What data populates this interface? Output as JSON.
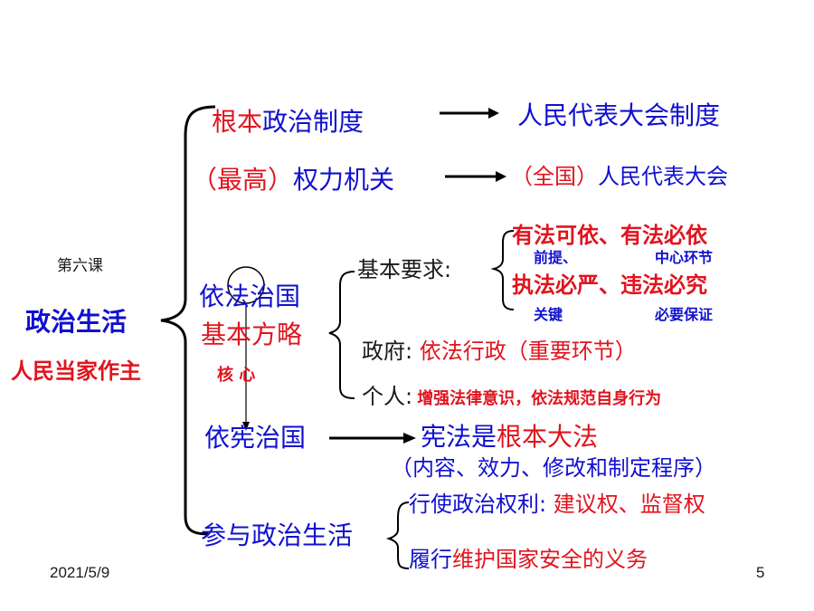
{
  "slide": {
    "lesson": "第六课",
    "topic": "政治生活",
    "theme": "人民当家作主",
    "date": "2021/5/9",
    "page_number": "5"
  },
  "row1": {
    "label_red": "根本",
    "label_blue": "政治制度",
    "result": "人民代表大会制度"
  },
  "row2": {
    "label_red": "（最高）",
    "label_blue": "权力机关",
    "result_red": "（全国）",
    "result_blue": "人民代表大会"
  },
  "rule_of_law": {
    "title_pre": "依",
    "title_circled": "法",
    "title_post": "治国",
    "subtitle": "基本方略",
    "core": "核  心",
    "basic_req_label": "基本要求:",
    "req1": "有法可依、有法必依",
    "req1_note_a": "前提、",
    "req1_note_b": "中心环节",
    "req2": "执法必严、违法必究",
    "req2_note_a": "关键",
    "req2_note_b": "必要保证",
    "gov_label": "政府:",
    "gov_text": "依法行政（重要环节）",
    "person_label": "个人:",
    "person_text": "增强法律意识，依法规范自身行为"
  },
  "constitution": {
    "label": "依宪治国",
    "result_blue": "宪法是",
    "result_red": "根本大法",
    "detail": "（内容、效力、修改和制定程序）"
  },
  "participation": {
    "label": "参与政治生活",
    "item1_label": "行使政治权利:",
    "item1_value": "建议权、监督权",
    "item2_blue": "履行",
    "item2_red": "维护国家安全的义务"
  }
}
